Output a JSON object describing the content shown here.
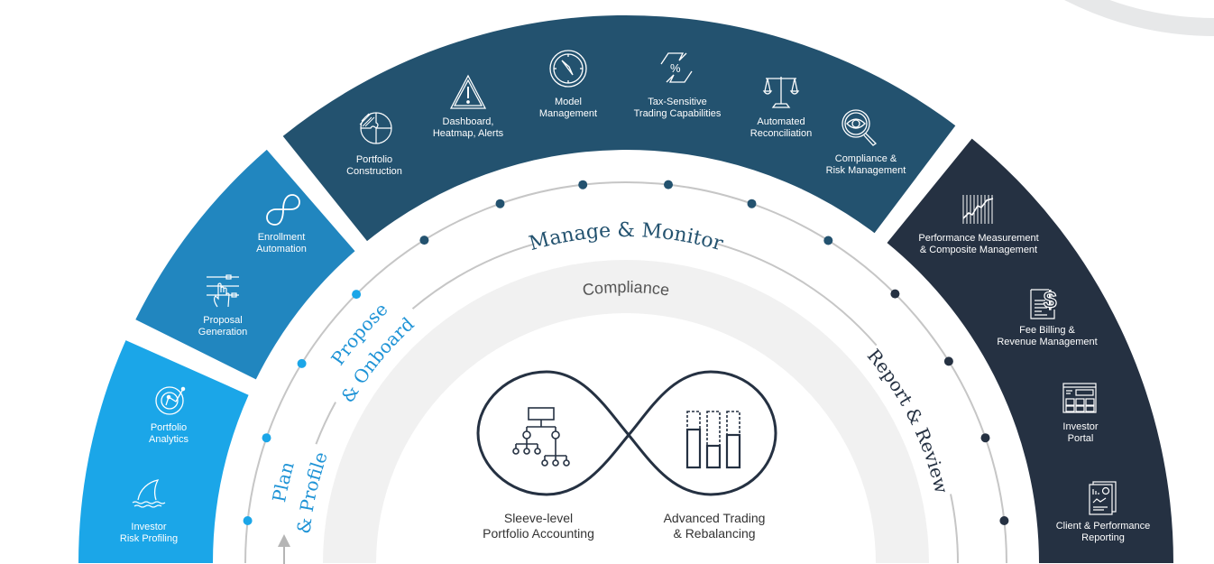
{
  "colors": {
    "plan": "#1ba6e8",
    "propose": "#2186bf",
    "manage": "#23526f",
    "report": "#253142",
    "plan_text": "#1e93d6",
    "ring_gray": "#c6c6c6",
    "compliance_band": "#f1f1f1"
  },
  "stages": {
    "plan": {
      "line1": "Plan",
      "line2": "& Profile"
    },
    "propose": {
      "line1": "Propose",
      "line2": "& Onboard"
    },
    "manage": {
      "title": "Manage & Monitor"
    },
    "report": {
      "title": "Report & Review"
    },
    "compliance": "Compliance"
  },
  "items": {
    "investor_risk": {
      "l1": "Investor",
      "l2": "Risk Profiling",
      "icon": "shark-fin-icon"
    },
    "portfolio_analytics": {
      "l1": "Portfolio",
      "l2": "Analytics",
      "icon": "analytics-wheel-icon"
    },
    "proposal_generation": {
      "l1": "Proposal",
      "l2": "Generation",
      "icon": "hand-slider-icon"
    },
    "enrollment_automation": {
      "l1": "Enrollment",
      "l2": "Automation",
      "icon": "loop-icon"
    },
    "portfolio_construction": {
      "l1": "Portfolio",
      "l2": "Construction",
      "icon": "puzzle-globe-icon"
    },
    "dashboard": {
      "l1": "Dashboard,",
      "l2": "Heatmap, Alerts",
      "icon": "warning-triangle-icon"
    },
    "model_management": {
      "l1": "Model",
      "l2": "Management",
      "icon": "compass-icon"
    },
    "tax_trading": {
      "l1": "Tax-Sensitive",
      "l2": "Trading Capabilities",
      "icon": "percent-arrows-icon"
    },
    "reconciliation": {
      "l1": "Automated",
      "l2": "Reconciliation",
      "icon": "scales-icon"
    },
    "compliance_risk": {
      "l1": "Compliance &",
      "l2": "Risk Management",
      "icon": "eye-magnifier-icon"
    },
    "performance": {
      "l1": "Performance Measurement",
      "l2": "& Composite Management",
      "icon": "line-chart-icon"
    },
    "fee_billing": {
      "l1": "Fee Billing &",
      "l2": "Revenue Management",
      "icon": "dollar-invoice-icon"
    },
    "investor_portal": {
      "l1": "Investor",
      "l2": "Portal",
      "icon": "web-portal-icon"
    },
    "client_reporting": {
      "l1": "Client & Performance",
      "l2": "Reporting",
      "icon": "report-document-icon"
    }
  },
  "center": {
    "accounting": {
      "l1": "Sleeve-level",
      "l2": "Portfolio Accounting",
      "icon": "org-chart-icon"
    },
    "trading": {
      "l1": "Advanced Trading",
      "l2": "& Rebalancing",
      "icon": "bar-chart-icon"
    }
  }
}
